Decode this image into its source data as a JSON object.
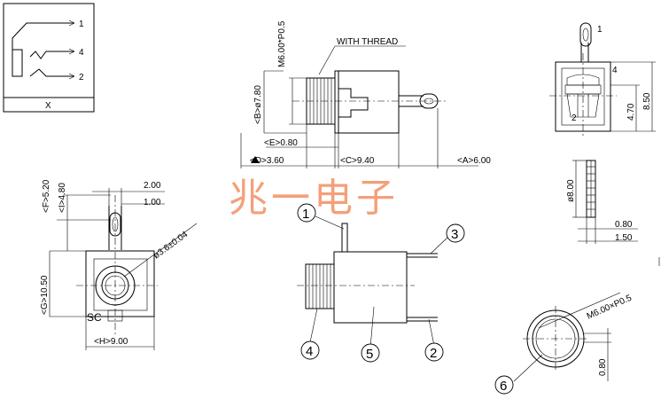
{
  "schematic": {
    "pins": [
      "1",
      "4",
      "2"
    ],
    "caption": "X"
  },
  "front_view": {
    "labels": {
      "thread": "M6.00*P0.5",
      "with_thread": "WITH THREAD",
      "B": "<B>ø7.80",
      "E": "<E>0.80",
      "D": "<D>3.60",
      "C": "<C>9.40",
      "A": "<A>6.00"
    }
  },
  "side_view_right": {
    "pin_top": "1",
    "pin_4": "4",
    "pin_2": "2",
    "dim_850": "8.50",
    "dim_470": "4.70"
  },
  "bottom_view": {
    "F": "<F>5.20",
    "I": "<I>4.80",
    "G": "<G>10.50",
    "H": "<H>9.00",
    "w200": "2.00",
    "w100": "1.00",
    "hole": "ø3.6±0.04",
    "mark": "SC"
  },
  "detail_right": {
    "dia": "ø8.00",
    "d080": "0.80",
    "d150": "1.50"
  },
  "brand": "兆一电子",
  "iso_view": {
    "callouts": [
      "1",
      "3",
      "4",
      "5",
      "2"
    ]
  },
  "nut_view": {
    "thread": "M6.00×P0.5",
    "d080": "0.80",
    "callout": "6"
  }
}
